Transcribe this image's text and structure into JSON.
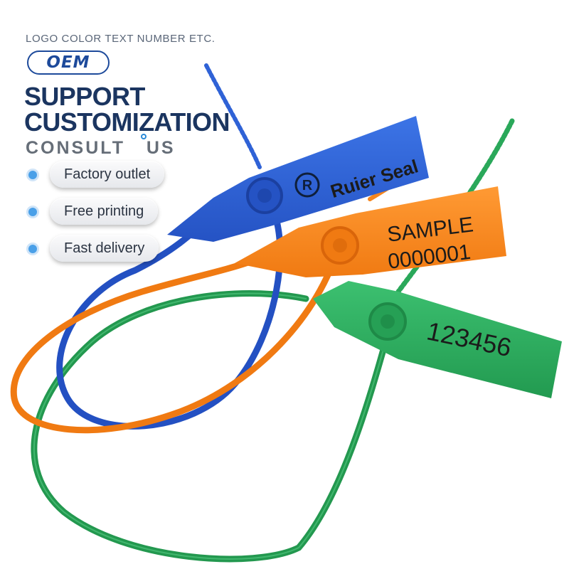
{
  "header": {
    "tagline": "LOGO COLOR TEXT NUMBER ETC.",
    "badge": "OEM",
    "headline_line1": "SUPPORT",
    "headline_line2": "CUSTOMIZATION",
    "consult_left": "CONSULT",
    "consult_right": "US"
  },
  "features": [
    {
      "label": "Factory outlet"
    },
    {
      "label": "Free printing"
    },
    {
      "label": "Fast delivery"
    }
  ],
  "seals": {
    "blue": {
      "text": "Ruier Seal",
      "color": "#2f62d6"
    },
    "orange": {
      "line1": "SAMPLE",
      "line2": "0000001",
      "color": "#f5861e"
    },
    "green": {
      "text": "123456",
      "color": "#2aa85a"
    }
  },
  "colors": {
    "headline": "#1b3560",
    "accent": "#1d4a9b",
    "bullet": "#4aa0e8"
  }
}
